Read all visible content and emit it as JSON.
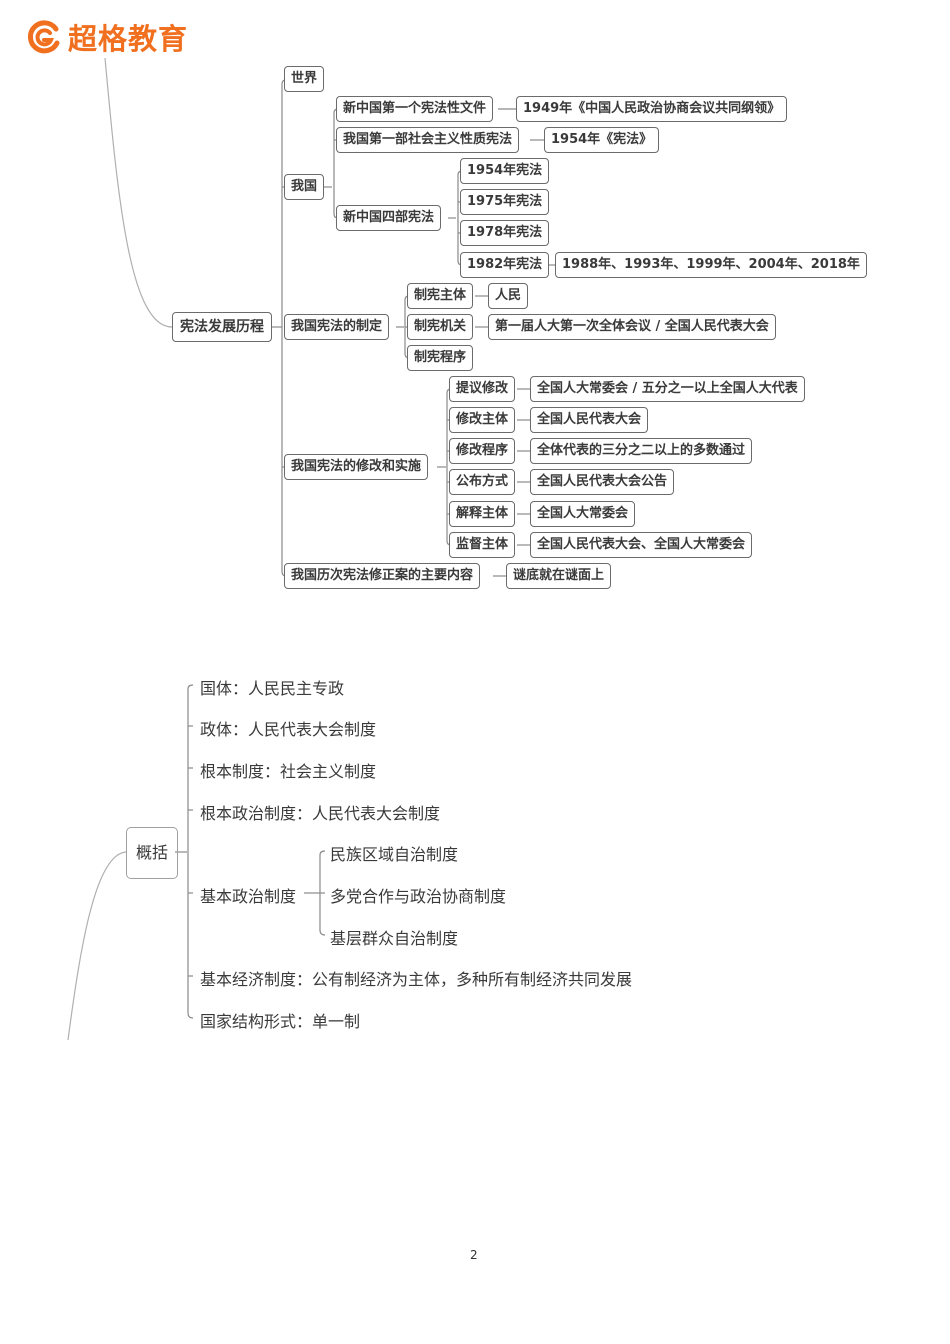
{
  "brand": {
    "name": "超格教育",
    "color": "#f07020",
    "icon": "g-logo-icon"
  },
  "mindmap1": {
    "root": "宪法发展历程",
    "branches": {
      "world": "世界",
      "china": {
        "label": "我国",
        "first_doc": {
          "label": "新中国第一个宪法性文件",
          "value": "1949年《中国人民政治协商会议共同纲领》"
        },
        "first_socialist": {
          "label": "我国第一部社会主义性质宪法",
          "value": "1954年《宪法》"
        },
        "four": {
          "label": "新中国四部宪法",
          "items": [
            "1954年宪法",
            "1975年宪法",
            "1978年宪法",
            "1982年宪法"
          ],
          "amendments": "1988年、1993年、1999年、2004年、2018年"
        }
      },
      "making": {
        "label": "我国宪法的制定",
        "items": [
          {
            "label": "制宪主体",
            "value": "人民"
          },
          {
            "label": "制宪机关",
            "value": "第一届人大第一次全体会议 / 全国人民代表大会"
          },
          {
            "label": "制宪程序"
          }
        ]
      },
      "amend": {
        "label": "我国宪法的修改和实施",
        "items": [
          {
            "label": "提议修改",
            "value": "全国人大常委会 / 五分之一以上全国人大代表"
          },
          {
            "label": "修改主体",
            "value": "全国人民代表大会"
          },
          {
            "label": "修改程序",
            "value": "全体代表的三分之二以上的多数通过"
          },
          {
            "label": "公布方式",
            "value": "全国人民代表大会公告"
          },
          {
            "label": "解释主体",
            "value": "全国人大常委会"
          },
          {
            "label": "监督主体",
            "value": "全国人民代表大会、全国人大常委会"
          }
        ]
      },
      "history": {
        "label": "我国历次宪法修正案的主要内容",
        "value": "谜底就在谜面上"
      }
    }
  },
  "mindmap2": {
    "root": "概括",
    "items": [
      "国体：人民民主专政",
      "政体：人民代表大会制度",
      "根本制度：社会主义制度",
      "根本政治制度：人民代表大会制度",
      "基本政治制度",
      "基本经济制度：公有制经济为主体，多种所有制经济共同发展",
      "国家结构形式：单一制"
    ],
    "sub_items": [
      "民族区域自治制度",
      "多党合作与政治协商制度",
      "基层群众自治制度"
    ]
  },
  "page_number": "2"
}
